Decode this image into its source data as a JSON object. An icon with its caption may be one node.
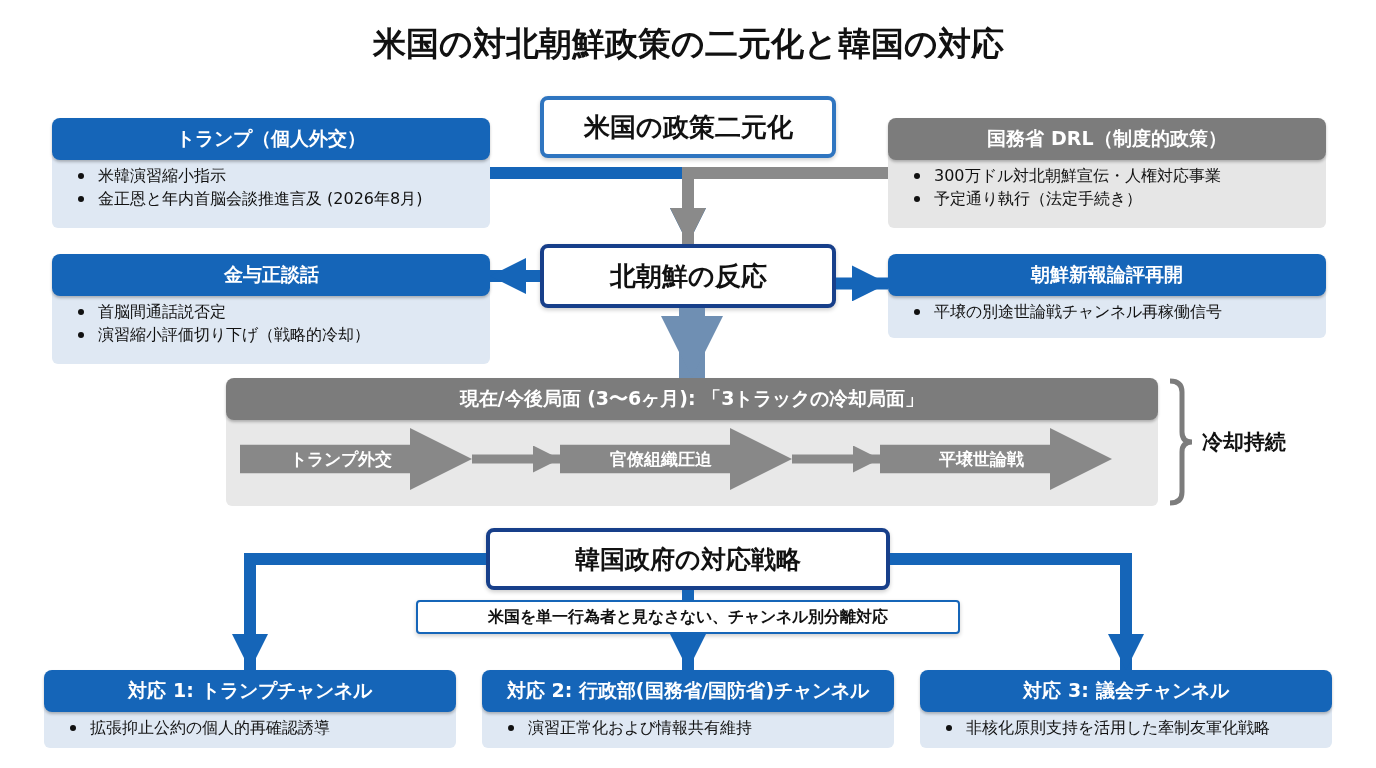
{
  "diagram": {
    "title": "米国の対北朝鮮政策の二元化と韓国の対応",
    "nodes": [
      {
        "text": [
          "米国の政策二元化"
        ]
      },
      {
        "text": [
          "トランプ（個人外交）",
          "米韓演習縮小指示",
          "金正恩と年内首脳会談推進言及 (2026年8月)"
        ]
      },
      {
        "text": [
          "国務省 DRL（制度的政策）",
          "300万ドル対北朝鮮宣伝・人権対応事業",
          "予定通り執行（法定手続き）"
        ]
      },
      {
        "text": [
          "北朝鮮の反応"
        ]
      },
      {
        "text": [
          "金与正談話",
          "首脳間通話説否定",
          "演習縮小評価切り下げ（戦略的冷却）"
        ]
      },
      {
        "text": [
          "朝鮮新報論評再開",
          "平壌の別途世論戦チャンネル再稼働信号"
        ]
      },
      {
        "text": [
          "現在/今後局面 (3〜6ヶ月): 「3トラックの冷却局面」"
        ],
        "beside": [
          "冷却持続"
        ]
      },
      {
        "text": [
          "トランプ外交"
        ],
        "in": 6
      },
      {
        "text": [
          "官僚組織圧迫"
        ],
        "in": 6
      },
      {
        "text": [
          "平壌世論戦"
        ],
        "in": 6
      },
      {
        "text": [
          "韓国政府の対応戦略"
        ]
      },
      {
        "text": [
          "米国を単一行為者と見なさない、チャンネル別分離対応"
        ]
      },
      {
        "text": [
          "対応 1: トランプチャンネル",
          "拡張抑止公約の個人的再確認誘導"
        ]
      },
      {
        "text": [
          "対応 2: 行政部(国務省/国防省)チャンネル",
          "演習正常化および情報共有維持"
        ]
      },
      {
        "text": [
          "対応 3: 議会チャンネル",
          "非核化原則支持を活用した牽制友軍化戦略"
        ]
      }
    ],
    "edges": [
      {
        "from": 1,
        "to": 3,
        "arrow": "to"
      },
      {
        "from": 2,
        "to": 3,
        "arrow": "to",
        "color": "#8a8a8a"
      },
      {
        "from": 3,
        "to": 4,
        "arrow": "to"
      },
      {
        "from": 3,
        "to": 5,
        "arrow": "to"
      },
      {
        "from": 3,
        "to": 6,
        "arrow": "to",
        "color": "#6f8fb3",
        "style": "thick"
      },
      {
        "from": 7,
        "to": 8,
        "arrow": "to",
        "color": "#8a8a8a"
      },
      {
        "from": 8,
        "to": 9,
        "arrow": "to",
        "color": "#8a8a8a"
      },
      {
        "from": 10,
        "to": 12,
        "arrow": "to"
      },
      {
        "from": 10,
        "to": 11,
        "arrow": "none"
      },
      {
        "from": 11,
        "to": 13,
        "arrow": "to"
      },
      {
        "from": 10,
        "to": 14,
        "arrow": "to"
      }
    ]
  }
}
